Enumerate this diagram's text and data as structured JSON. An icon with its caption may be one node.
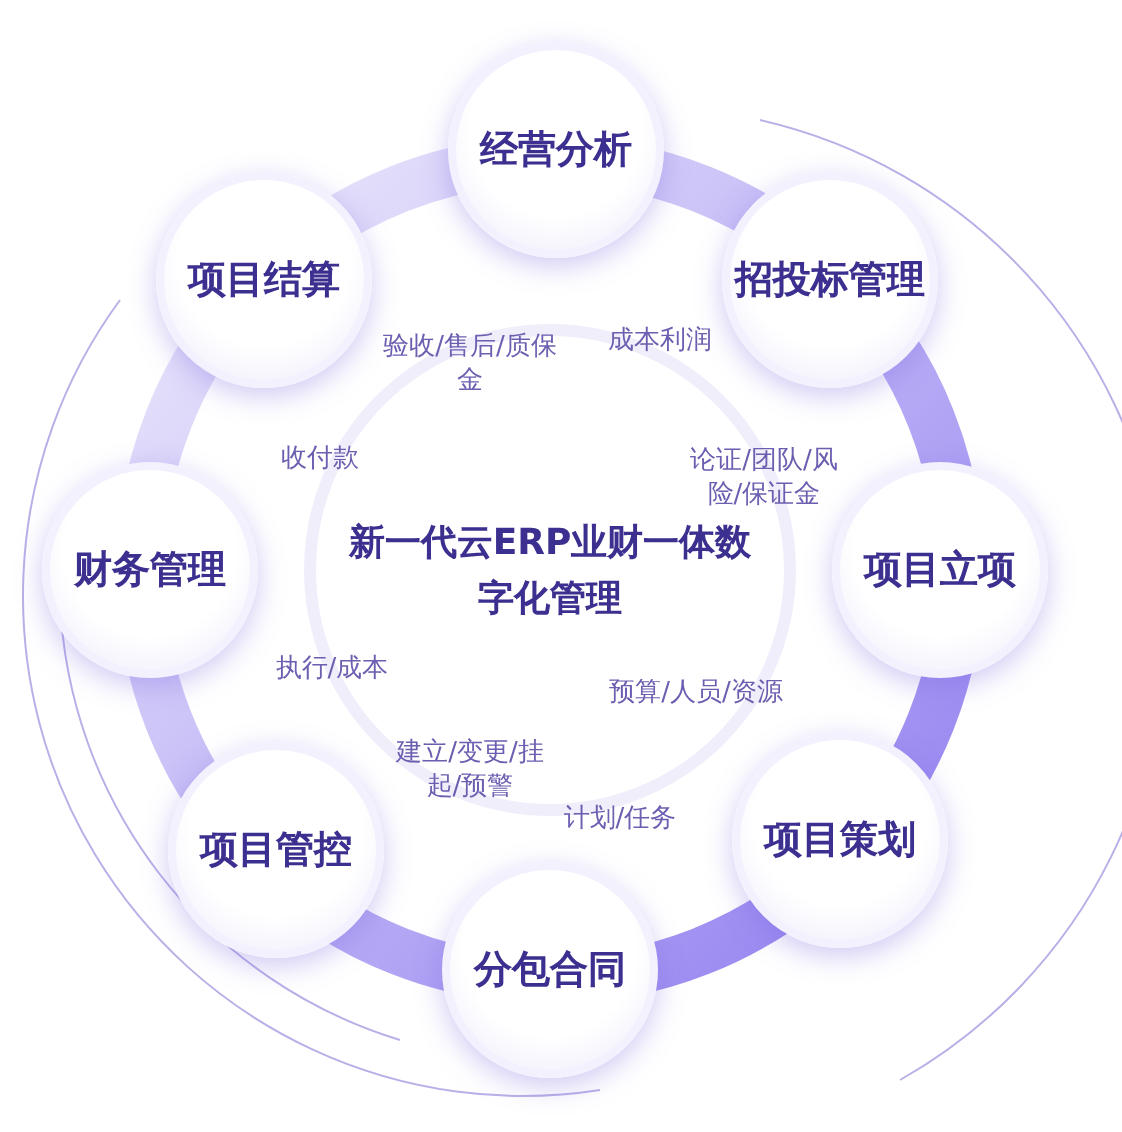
{
  "diagram": {
    "title": "新一代云ERP业财一体数字化管理",
    "nodes": [
      {
        "text": [
          "经营分析"
        ]
      },
      {
        "text": [
          "招投标管理"
        ]
      },
      {
        "text": [
          "项目立项"
        ]
      },
      {
        "text": [
          "项目策划"
        ]
      },
      {
        "text": [
          "分包合同"
        ]
      },
      {
        "text": [
          "项目管控"
        ]
      },
      {
        "text": [
          "财务管理"
        ]
      },
      {
        "text": [
          "项目结算"
        ]
      }
    ],
    "labels": [
      "验收/售后/质保金",
      "成本利润",
      "收付款",
      "论证/团队/风险/保证金",
      "执行/成本",
      "预算/人员/资源",
      "建立/变更/挂起/预警",
      "计划/任务"
    ]
  }
}
